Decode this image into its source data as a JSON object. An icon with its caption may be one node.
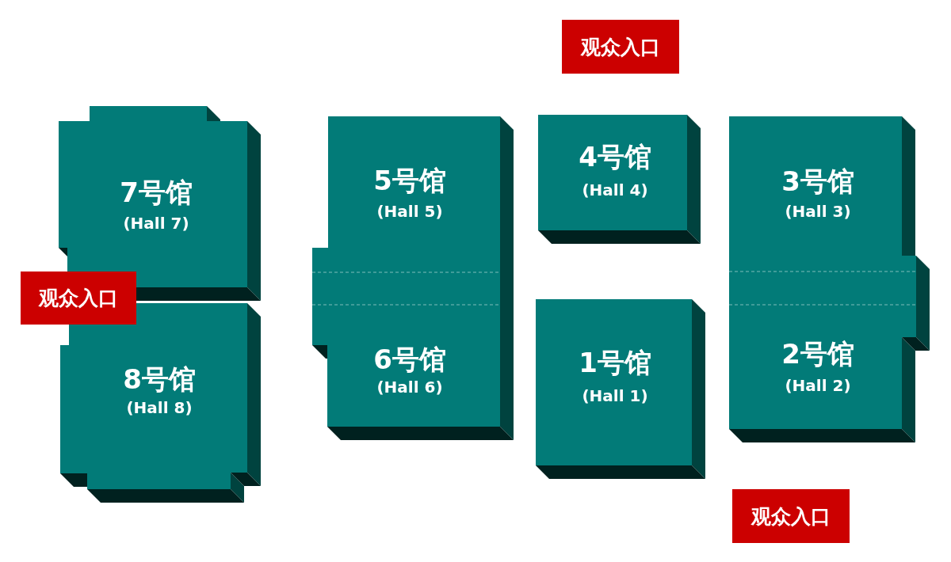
{
  "diagram": {
    "nodes": [
      {
        "text": [
          "观众入口"
        ]
      },
      {
        "text": [
          "7号馆",
          "(Hall 7)"
        ]
      },
      {
        "text": [],
        "shape": "box"
      },
      {
        "text": [
          "5号馆",
          "(Hall 5)"
        ],
        "in": 2
      },
      {
        "text": [
          "4号馆",
          "(Hall 4)"
        ]
      },
      {
        "text": [],
        "shape": "box"
      },
      {
        "text": [
          "3号馆",
          "(Hall 3)"
        ],
        "in": 5
      },
      {
        "text": [
          "观众入口"
        ]
      },
      {
        "text": [
          "8号馆",
          "(Hall 8)"
        ]
      },
      {
        "text": [
          "6号馆",
          "(Hall 6)"
        ],
        "in": 2
      },
      {
        "text": [
          "1号馆",
          "(Hall 1)"
        ]
      },
      {
        "text": [
          "2号馆",
          "(Hall 2)"
        ],
        "in": 5
      },
      {
        "text": [
          "观众入口"
        ]
      }
    ]
  }
}
